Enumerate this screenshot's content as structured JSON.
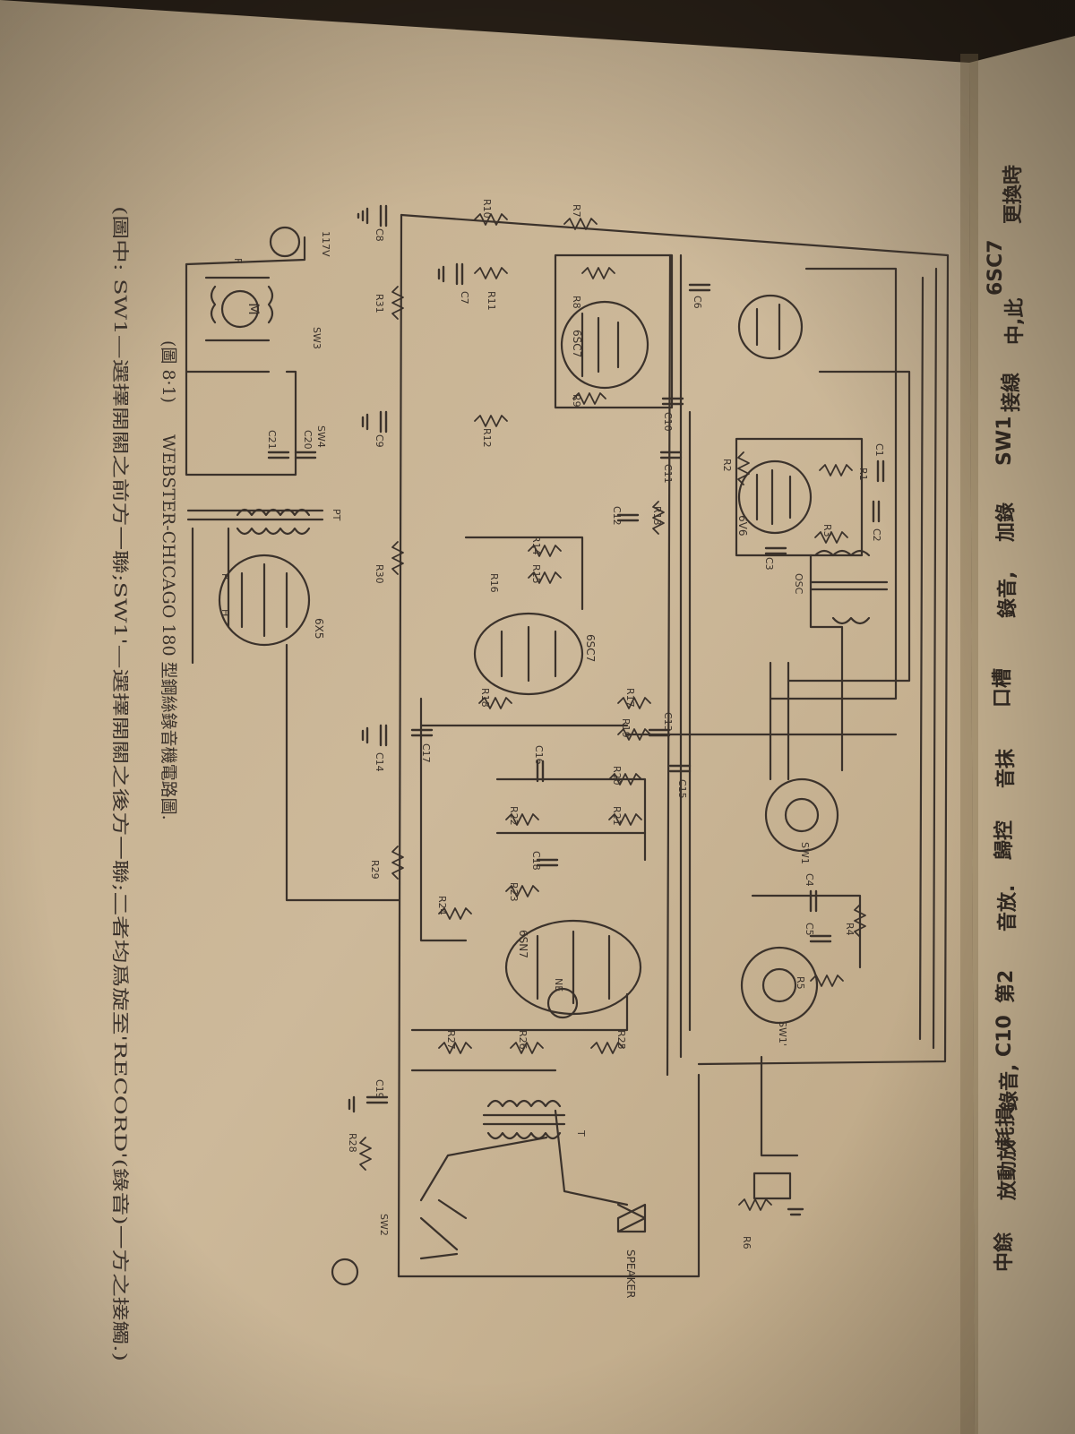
{
  "figure": {
    "number": "(圖 8·1)",
    "title": "WEBSTER-CHICAGO 180 型鋼絲錄音機電路圖.",
    "note": "(圖中: SW1—選擇開關之前方一聯;SW1'—選擇開關之後方一聯;二者均爲旋至'RECORD'(錄音)一方之接觸.)"
  },
  "tubes": [
    "6SC7",
    "6V6",
    "6SC7",
    "6SN7",
    "6X5"
  ],
  "resistors": [
    "R1",
    "R2",
    "R3",
    "R4",
    "R5",
    "R6",
    "R7",
    "R8",
    "R9",
    "R10",
    "R11",
    "R12",
    "R13",
    "R14",
    "R15",
    "R16",
    "R17",
    "R18",
    "R19",
    "R20",
    "R21",
    "R22",
    "R23",
    "R24",
    "R25",
    "R26",
    "R27",
    "R28",
    "R29",
    "R30",
    "R31"
  ],
  "capacitors": [
    "C1",
    "C2",
    "C3",
    "C4",
    "C5",
    "C6",
    "C7",
    "C8",
    "C9",
    "C10",
    "C11",
    "C12",
    "C13",
    "C14",
    "C15",
    "C16",
    "C17",
    "C18",
    "C19",
    "C20",
    "C21"
  ],
  "switches": [
    "SW1",
    "SW1'",
    "SW2",
    "SW3",
    "SW4"
  ],
  "misc": {
    "osc": "OSC",
    "ne": "NE",
    "speaker": "SPEAKER",
    "mains": "117V",
    "motor": "M",
    "fuse": "F",
    "pt": "PT",
    "transformer_t": "T",
    "pilot_p": "P",
    "heater_h": "H"
  },
  "facing_page_fragments": [
    "更換時",
    "6SC7",
    "中,此",
    "接線",
    "SW1",
    "加錄",
    "錄音,",
    "口槽",
    "音抹",
    "歸控",
    "音放.",
    "第2",
    "C10",
    "錄音,",
    "耗損",
    "放動放",
    "中餘"
  ],
  "colors": {
    "paper": "#c9b596",
    "paper_dark": "#b59f7e",
    "ink": "#3b322b",
    "background": "#2a2118"
  }
}
